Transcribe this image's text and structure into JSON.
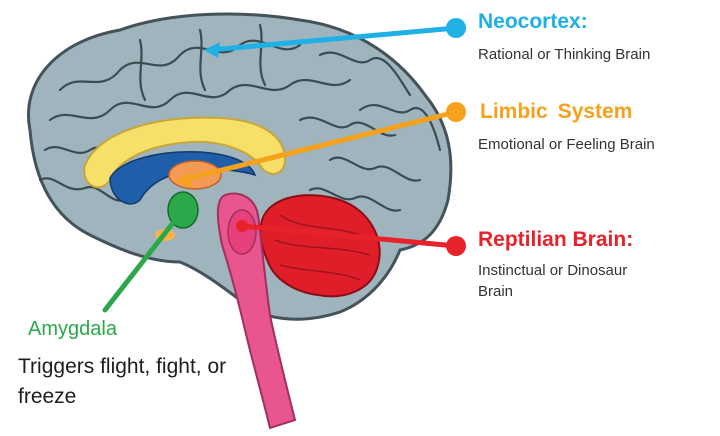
{
  "colors": {
    "neocortex": "#1fb0e6",
    "limbic": "#f5a11c",
    "reptilian": "#e8222a",
    "amygdala": "#2aa84a",
    "brain_gray": "#9fb4bd",
    "cerebellum_red": "#e01e2a",
    "brainstem_pink": "#e8558f",
    "corpus_yellow": "#f7e06a",
    "ventricle_blue": "#1f5ea8"
  },
  "icons": [
    "brain-illustration",
    "label-dot",
    "leader-line"
  ],
  "labels": {
    "neocortex": {
      "title": "Neocortex:",
      "subtitle": "Rational or Thinking Brain"
    },
    "limbic": {
      "title_part1": "Limbic",
      "title_part2": "System",
      "subtitle": "Emotional or Feeling Brain"
    },
    "reptilian": {
      "title": "Reptilian Brain:",
      "subtitle": "Instinctual or Dinosaur Brain"
    },
    "amygdala": {
      "title": "Amygdala",
      "subtitle": "Triggers flight, fight, or freeze"
    }
  }
}
